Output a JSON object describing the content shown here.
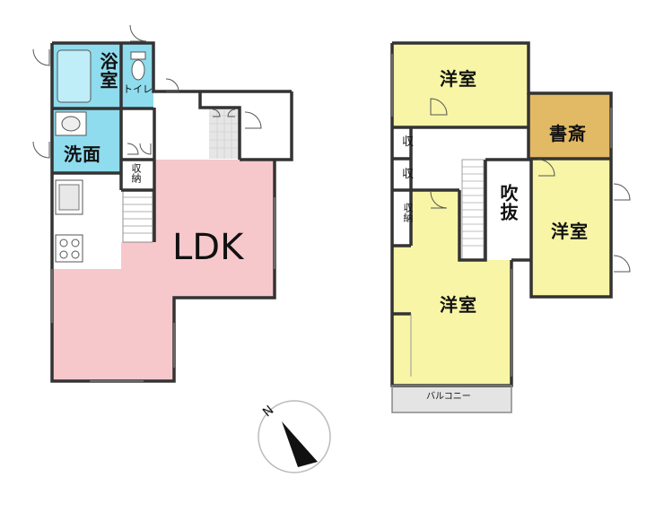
{
  "floor1": {
    "bath": "浴室",
    "toilet": "トイレ",
    "washroom": "洗面",
    "storage": "収納",
    "ldk": "LDK"
  },
  "floor2": {
    "western_north": "洋室",
    "study": "書斎",
    "closet_1": "収",
    "closet_2": "収",
    "storage": "収納",
    "void": "吹抜",
    "western_east": "洋室",
    "western_south": "洋室",
    "balcony": "バルコニー"
  },
  "compass": {
    "north_letter": "N"
  },
  "colors": {
    "bath": "#8fdcee",
    "ldk": "#f6c8cc",
    "western": "#f8f5a6",
    "study": "#e2b964",
    "balcony": "#e4e4e4",
    "wall": "#333333"
  }
}
